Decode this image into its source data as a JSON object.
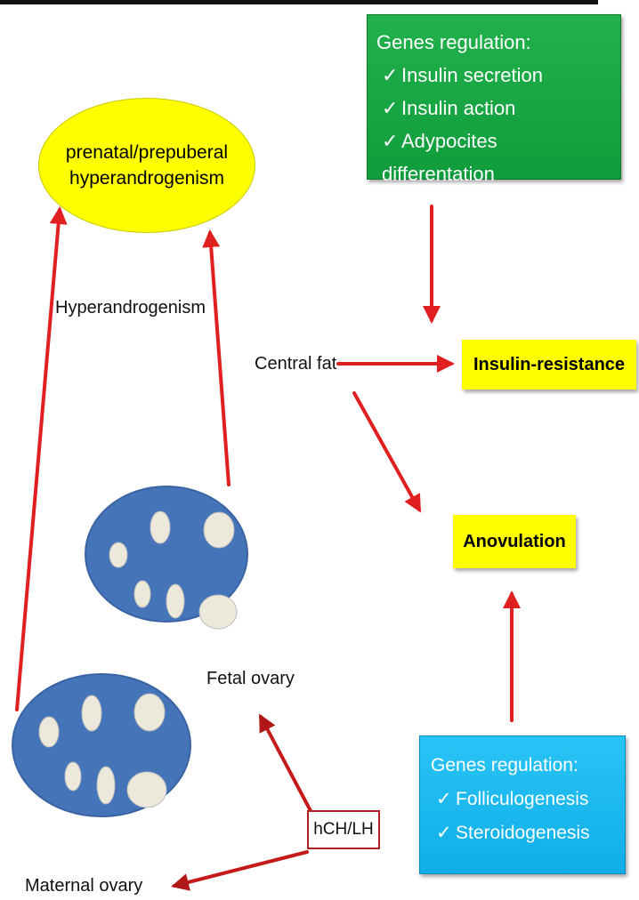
{
  "genes_top": {
    "title": "Genes regulation:",
    "items": [
      "Insulin secretion",
      "Insulin action",
      "Adypocites differentation"
    ]
  },
  "genes_bottom": {
    "title": "Genes regulation:",
    "items": [
      "Folliculogenesis",
      "Steroidogenesis"
    ]
  },
  "check_mark": "✓",
  "prenatal_label": "prenatal/prepuberal hyperandrogenism",
  "hyperandrogenism_label": "Hyperandrogenism",
  "central_fat_label": "Central fat",
  "insulin_resistance_label": "Insulin-resistance",
  "anovulation_label": "Anovulation",
  "fetal_ovary_label": "Fetal ovary",
  "maternal_ovary_label": "Maternal ovary",
  "hormone_label": "hCH/LH",
  "colors": {
    "green_box": "#1aa84a",
    "blue_box": "#1ab8f0",
    "yellow": "#ffff00",
    "ovary": "#4674b9",
    "follicle": "#ede8dc",
    "arrow": "#e02020"
  }
}
